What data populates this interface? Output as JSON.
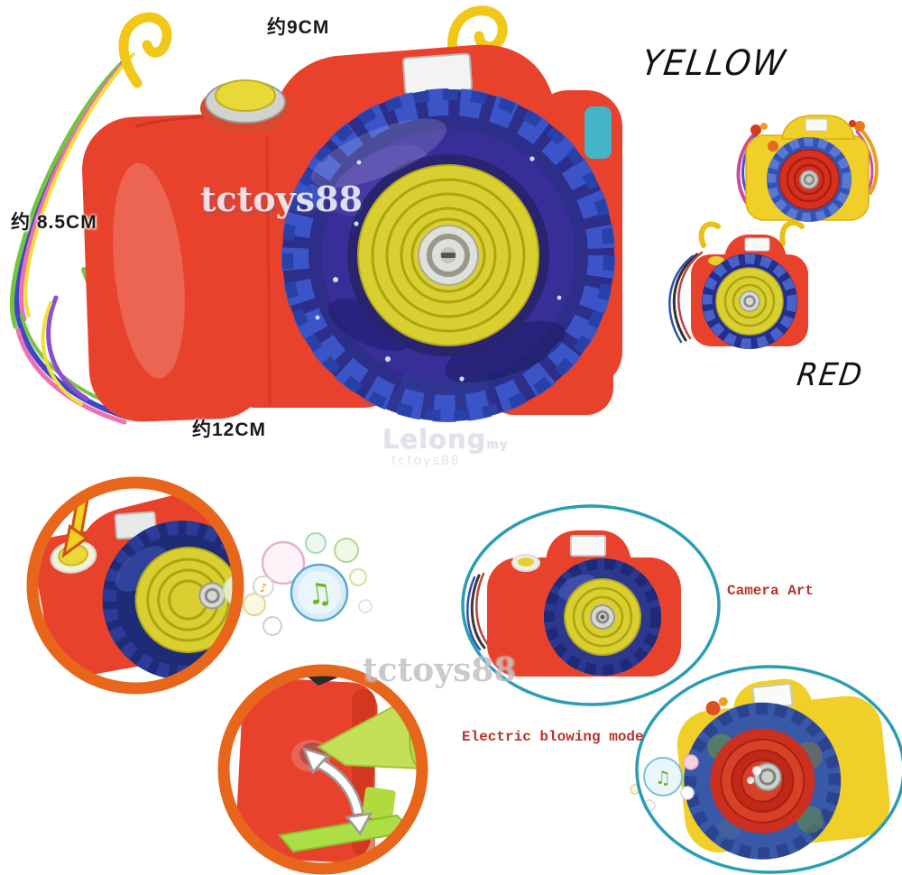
{
  "colors": {
    "body-red": "#e8422c",
    "body-yellow": "#f0cf28",
    "lens-blue": "#3452b8",
    "lens-blue-dark": "#252e8e",
    "disc-yellow": "#d9cf30",
    "disc-ring": "#ada414",
    "hub-silver": "#dededa",
    "inset-ring-orange": "#e8661c",
    "oval-ring-teal": "#2a9db5",
    "nozzle-green": "#c3e058",
    "label-dark-red": "#b5342c",
    "ink-black": "#1a1a1a",
    "watermark-white": "rgba(250,250,255,0.85)",
    "watermark-gray": "rgba(150,150,155,0.5)",
    "watermark-lelong": "#e2e2ec"
  },
  "annotations": {
    "dim_top": "约9CM",
    "dim_left": "约 8.5CM",
    "dim_bottom": "约12CM",
    "variant_yellow": "YELLOW",
    "variant_red": "RED",
    "feature_camera_art": "Camera Art",
    "feature_electric": "Electric blowing mode"
  },
  "watermarks": {
    "body": "tctoys88",
    "site": "Lelong",
    "site_suffix": "my",
    "site_sub": "tctoys88",
    "bottom": "tctoys88"
  },
  "bubbles": {
    "note_double": "♫",
    "note_single": "♪"
  }
}
